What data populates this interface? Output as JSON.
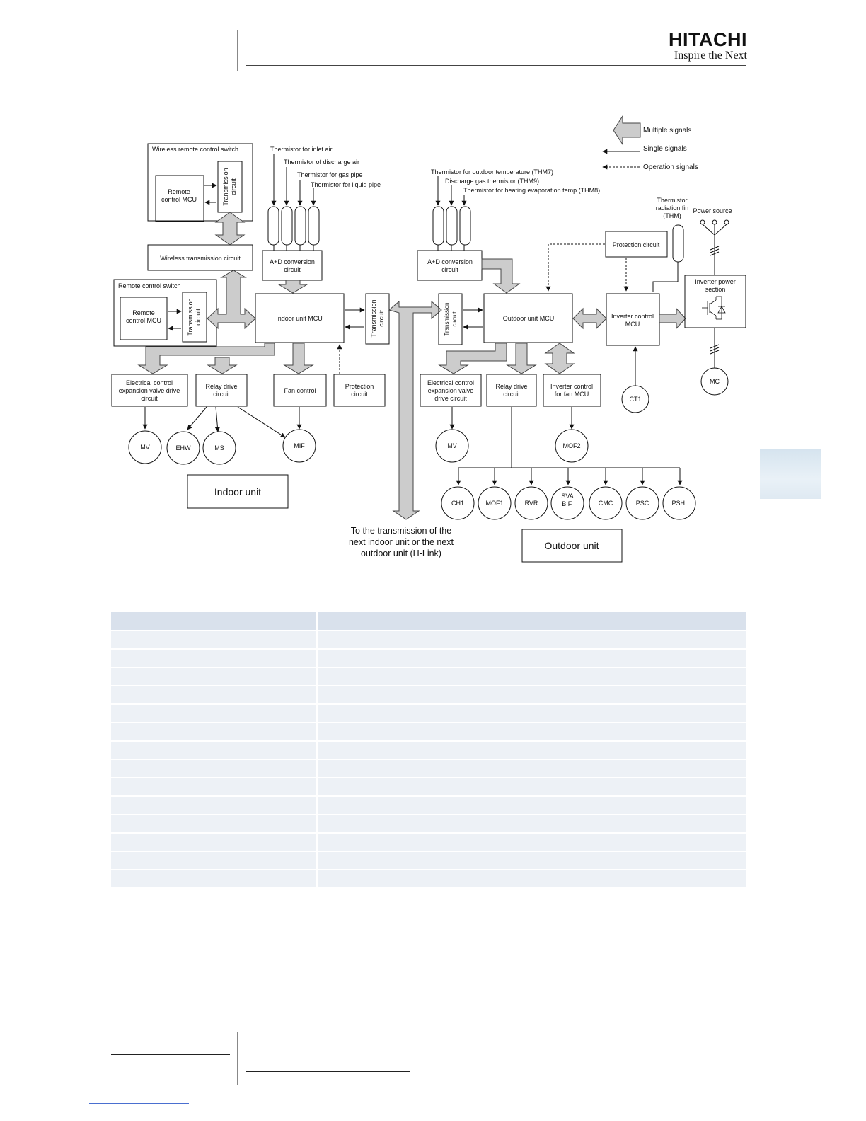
{
  "header": {
    "brand": "HITACHI",
    "tagline": "Inspire the Next"
  },
  "legend": {
    "multiple": "Multiple signals",
    "single": "Single signals",
    "operation": "Operation signals"
  },
  "indoor": {
    "wireless_switch": "Wireless remote control switch",
    "remote_mcu_1": "Remote",
    "remote_mcu_2": "control MCU",
    "transmission_1": "Transmission",
    "transmission_2": "circuit",
    "wireless_transmission": "Wireless transmission circuit",
    "remote_switch": "Remote control switch",
    "therm_inlet": "Thermistor for inlet air",
    "therm_discharge": "Thermistor of discharge air",
    "therm_gas": "Thermistor for gas pipe",
    "therm_liquid": "Thermistor for liquid pipe",
    "ad_1": "A+D conversion",
    "ad_2": "circuit",
    "mcu": "Indoor unit MCU",
    "elec_1": "Electrical control",
    "elec_2": "expansion valve drive",
    "elec_3": "circuit",
    "relay_1": "Relay drive",
    "relay_2": "circuit",
    "fan": "Fan control",
    "prot_1": "Protection",
    "prot_2": "circuit",
    "mv": "MV",
    "ehw": "EHW",
    "ms": "MS",
    "mif": "MIF",
    "label": "Indoor unit"
  },
  "hlink": {
    "line1": "To the transmission of the",
    "line2": "next indoor unit or the next",
    "line3": "outdoor unit (H-Link)"
  },
  "outdoor": {
    "therm_outdoor": "Thermistor for outdoor temperature (THM7)",
    "therm_discharge": "Discharge gas thermistor (THM9)",
    "therm_heating": "Thermistor for heating evaporation temp (THM8)",
    "ad_1": "A+D conversion",
    "ad_2": "circuit",
    "transmission_1": "Transmission",
    "transmission_2": "circuit",
    "mcu": "Outdoor unit MCU",
    "protection": "Protection circuit",
    "therm_fin_1": "Thermistor",
    "therm_fin_2": "radiation fin",
    "therm_fin_3": "(THM)",
    "power_source": "Power source",
    "inv_ctrl_1": "Inverter control",
    "inv_ctrl_2": "MCU",
    "inv_power_1": "Inverter power",
    "inv_power_2": "section",
    "elec_1": "Electrical control",
    "elec_2": "expansion valve",
    "elec_3": "drive circuit",
    "relay_1": "Relay drive",
    "relay_2": "circuit",
    "invfan_1": "Inverter control",
    "invfan_2": "for fan MCU",
    "ct1": "CT1",
    "mc": "MC",
    "mv": "MV",
    "mof2": "MOF2",
    "loads": [
      "CH1",
      "MOF1",
      "RVR",
      "SVA",
      "CMC",
      "PSC",
      "PSH."
    ],
    "sva_sub": "B.F.",
    "label": "Outdoor unit"
  }
}
